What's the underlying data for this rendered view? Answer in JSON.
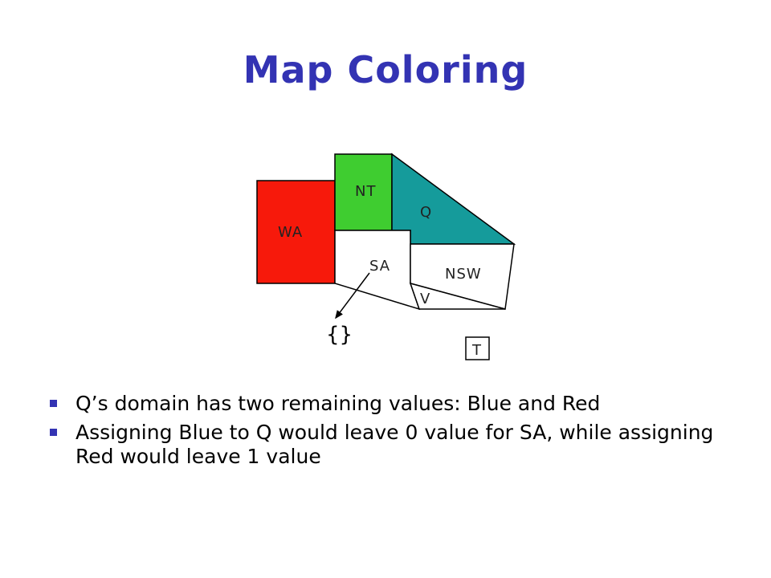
{
  "title": "Map Coloring",
  "map": {
    "regions": {
      "WA": {
        "label": "WA",
        "color": "#f7190b"
      },
      "NT": {
        "label": "NT",
        "color": "#3fcd30"
      },
      "Q": {
        "label": "Q",
        "color": "#159b9b"
      },
      "SA": {
        "label": "SA",
        "color": "#ffffff"
      },
      "NSW": {
        "label": "NSW",
        "color": "#ffffff"
      },
      "V": {
        "label": "V",
        "color": "#ffffff"
      },
      "T": {
        "label": "T",
        "color": "#ffffff"
      }
    },
    "sa_domain": "{}"
  },
  "bullets": [
    {
      "text": "Q’s domain has two remaining values: Blue and Red"
    },
    {
      "text": "Assigning Blue to Q would leave 0 value for SA, while assigning Red would leave 1 value"
    }
  ]
}
